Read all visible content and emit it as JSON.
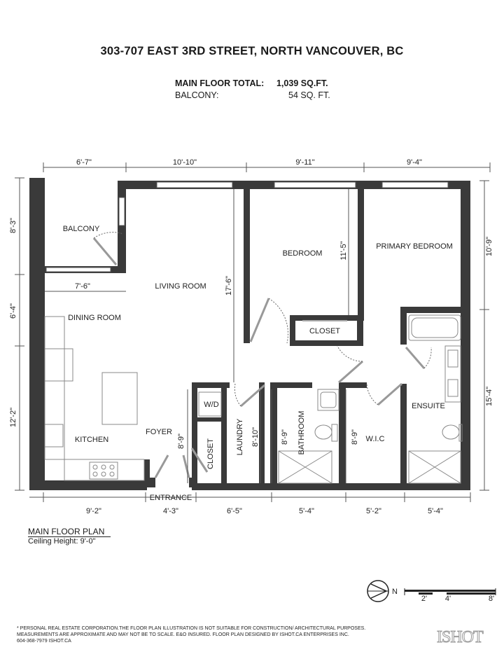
{
  "header": {
    "title": "303-707 EAST 3RD STREET, NORTH VANCOUVER, BC",
    "main_floor_label": "MAIN FLOOR TOTAL:",
    "main_floor_value": "1,039 SQ.FT.",
    "balcony_label": "BALCONY:",
    "balcony_value": "54 SQ. FT."
  },
  "rooms": {
    "balcony": "BALCONY",
    "living_room": "LIVING ROOM",
    "dining_room": "DINING ROOM",
    "kitchen": "KITCHEN",
    "foyer": "FOYER",
    "entrance": "ENTRANCE",
    "closet_foyer": "CLOSET",
    "wd": "W/D",
    "laundry": "LAUNDRY",
    "bathroom": "BATHROOM",
    "wic": "W.I.C",
    "ensuite": "ENSUITE",
    "bedroom": "BEDROOM",
    "closet_bedroom": "CLOSET",
    "primary_bedroom": "PRIMARY BEDROOM"
  },
  "dimensions": {
    "top": [
      "6'-7\"",
      "10'-10\"",
      "9'-11\"",
      "9'-4\""
    ],
    "bottom": [
      "9'-2\"",
      "4'-3\"",
      "6'-5\"",
      "5'-4\"",
      "5'-2\"",
      "5'-4\""
    ],
    "left": [
      "8'-3\"",
      "6'-4\"",
      "12'-2\""
    ],
    "right": [
      "10'-9\"",
      "15'-4\""
    ],
    "interior": {
      "balcony_width": "7'-6\"",
      "living_depth": "17'-6\"",
      "bedroom_depth": "11'-5\"",
      "foyer_closet": "8'-9\"",
      "laundry": "8'-10\"",
      "bathroom": "8'-9\"",
      "wic": "8'-9\""
    }
  },
  "plan_info": {
    "title": "MAIN FLOOR PLAN",
    "ceiling": "Ceiling Height: 9'-0\""
  },
  "compass": {
    "north_label": "N"
  },
  "scale_bar": {
    "labels": [
      "2'",
      "4'",
      "8'"
    ]
  },
  "footer": {
    "line1": "* PERSONAL REAL ESTATE CORPORATION.THE FLOOR PLAN ILLUSTRATION IS NOT SUITABLE FOR CONSTRUCTION/ ARCHITECTURAL PURPOSES.",
    "line2": "MEASUREMENTS ARE APPROXIMATE AND MAY NOT BE TO SCALE. E&O INSURED. FLOOR PLAN DESIGNED BY ISHOT.CA ENTERPRISES INC.",
    "line3": "604-368-7979  ISHOT.CA"
  },
  "logo_text": "ISHOT",
  "colors": {
    "wall": "#3a3a3a",
    "line": "#555555",
    "background": "#ffffff"
  }
}
